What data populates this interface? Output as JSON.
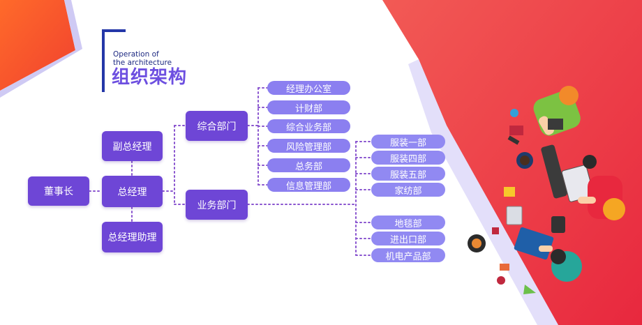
{
  "title": {
    "english_line1": "Operation of",
    "english_line2": "the architecture",
    "chinese": "组织架构"
  },
  "nodes": {
    "chairman": "董事长",
    "deputy_gm": "副总经理",
    "gm": "总经理",
    "gm_assistant": "总经理助理",
    "general_dept": "综合部门",
    "business_dept": "业务部门"
  },
  "general_sub": [
    "经理办公室",
    "计财部",
    "综合业务部",
    "风险管理部",
    "总务部",
    "信息管理部"
  ],
  "business_sub": [
    "服装一部",
    "服装四部",
    "服装五部",
    "家纺部",
    "地毯部",
    "进出口部",
    "机电产品部"
  ],
  "colors": {
    "main_box": "#6e46d6",
    "sub_pill": "#8b7ff0",
    "connector": "#8a55cf",
    "accent_red": "#ee3b4a",
    "title_blue": "#1e2a82"
  }
}
